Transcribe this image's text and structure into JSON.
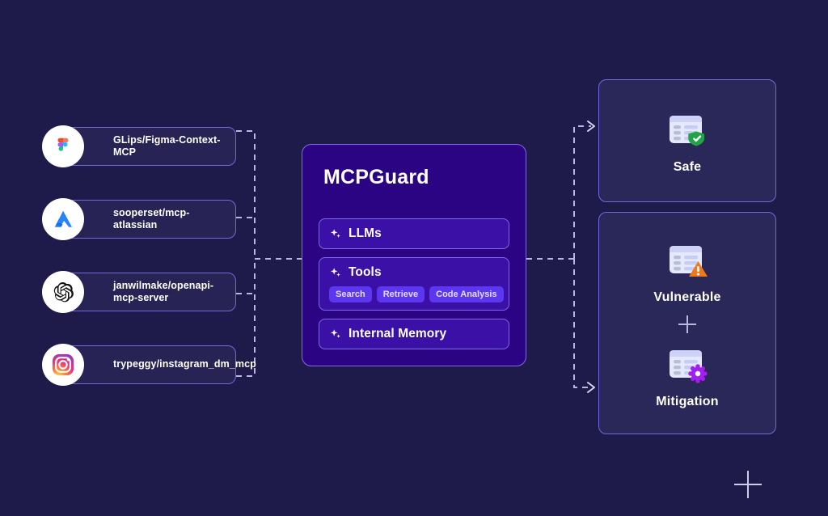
{
  "theme": {
    "background": "#1e1b4b",
    "panel_bg": "#2a0482",
    "panel_border": "#7f6ce0",
    "block_bg": "#3a10a6",
    "tag_bg": "#5b37ef",
    "card_bg": "#2a2759",
    "card_border": "#6f6bd6",
    "wire": "#b9b6e0",
    "safe_badge": "#22a347",
    "warning_badge": "#f07818",
    "mitigation_badge": "#a21ff0"
  },
  "servers": [
    {
      "label": "GLips/Figma-Context-MCP",
      "logo": "figma-logo"
    },
    {
      "label": "sooperset/mcp-atlassian",
      "logo": "atlassian-logo"
    },
    {
      "label": "janwilmake/openapi-mcp-server",
      "logo": "openai-logo"
    },
    {
      "label": "trypeggy/instagram_dm_mcp",
      "logo": "instagram-logo"
    }
  ],
  "guard": {
    "title": "MCPGuard",
    "blocks": [
      {
        "title": "LLMs",
        "tags": []
      },
      {
        "title": "Tools",
        "tags": [
          "Search",
          "Retrieve",
          "Code Analysis"
        ]
      },
      {
        "title": "Internal Memory",
        "tags": []
      }
    ]
  },
  "results": {
    "safe": {
      "label": "Safe",
      "badge": "shield-check-icon"
    },
    "vulnerable": {
      "label": "Vulnerable",
      "badge": "warning-triangle-icon"
    },
    "separator": "plus-icon",
    "mitigation": {
      "label": "Mitigation",
      "badge": "gear-icon"
    }
  }
}
